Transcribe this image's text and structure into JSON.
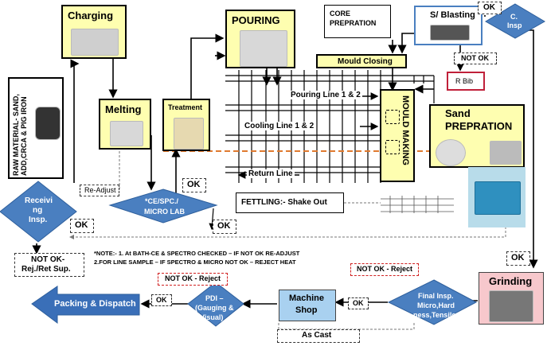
{
  "stations": {
    "charging": "Charging",
    "melting": "Melting",
    "treatment": "Treatment",
    "pouring": "POURING",
    "core_prep_line1": "CORE",
    "core_prep_line2": "PREPRATION",
    "s_blasting": "S/ Blasting",
    "c_insp_line1": "C.",
    "c_insp_line2": "Insp",
    "mould_closing": "Mould Closing",
    "r_bib": "R Bib",
    "sand_line1": "Sand",
    "sand_line2": "PREPRATION",
    "mould_making": "MOULD MAKING",
    "raw_material": "RAW MATERIAL- SAND, ADD,CRCA & PIG IRON",
    "receiving": [
      "Receivi",
      "ng",
      "Insp."
    ],
    "lab": [
      "*CE/SPC./",
      "MICRO LAB"
    ],
    "fettling": "FETTLING:- Shake Out",
    "grinding": "Grinding",
    "final_insp": [
      "Final Insp.",
      "Micro,Hard",
      "ness,Tensile"
    ],
    "machine_shop": [
      "Machine",
      "Shop"
    ],
    "pdi": [
      "PDI –",
      "(Gauging &",
      "Visual)"
    ],
    "packing": "Packing & Dispatch"
  },
  "lines": {
    "pouring_line": "Pouring Line 1 & 2",
    "cooling_line": "Cooling Line 1 & 2",
    "return_line": "Return Line"
  },
  "status": {
    "ok": "OK",
    "not_ok": "NOT OK",
    "re_adjust": "Re-Adjust",
    "not_ok_rej": [
      "NOT OK-",
      "Rej./Ret Sup."
    ],
    "not_ok_reject": "NOT OK - Reject",
    "as_cast": "As Cast"
  },
  "notes": [
    "*NOTE:- 1. At BATH-CE & SPECTRO CHECKED – IF NOT OK RE-ADJUST",
    "2.FOR LINE SAMPLE – IF SPECTRO & MICRO NOT OK – REJECT HEAT"
  ],
  "colors": {
    "diamond": "#4a7fc0",
    "arrow_blue": "#3a6fb8",
    "box_yellow": "#fefeb0",
    "grinding_pink": "#f7c8cc",
    "machine_blue": "#a9d1f0",
    "dashed_orange": "#e07a2f",
    "reject_red": "#d02020"
  },
  "icons": {
    "raw_material": "ore-pile-icon",
    "charging": "weighing-scale-icon",
    "melting": "ladle-icon",
    "treatment": "worker-icon",
    "pouring": "pouring-worker-icon",
    "s_blasting": "blasting-machine-icon",
    "sand": "sand-mixer-icon",
    "grinding": "angle-grinder-icon",
    "shakeout": "shakeout-machine-icon"
  }
}
